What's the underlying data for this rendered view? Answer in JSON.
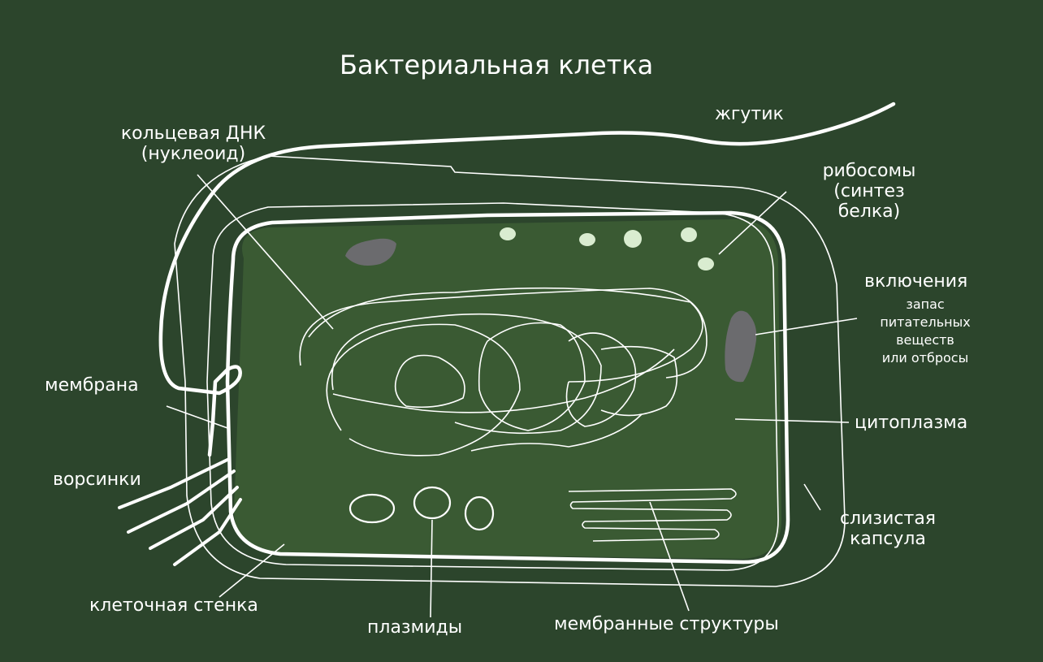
{
  "title": "Бактериальная клетка",
  "colors": {
    "board": "#2c452c",
    "cytoplasm": "#3a5a33",
    "chalk": "#ffffff",
    "ribosome": "#d9ecd0",
    "inclusion": "#6b6b6e"
  },
  "labels": {
    "flagellum": "жгутик",
    "nucleoid": [
      "кольцевая ДНК",
      "(нуклеоид)"
    ],
    "ribosomes": [
      "рибосомы",
      "(синтез",
      "белка)"
    ],
    "inclusions": "включения",
    "inclusions_note": [
      "запас",
      "питательных",
      "веществ",
      "или отбросы"
    ],
    "cytoplasm": "цитоплазма",
    "membrane": "мембрана",
    "pili": "ворсинки",
    "capsule": [
      "слизистая",
      "капсула"
    ],
    "cell_wall": "клеточная стенка",
    "plasmids": "плазмиды",
    "membrane_structures": "мембранные структуры"
  }
}
